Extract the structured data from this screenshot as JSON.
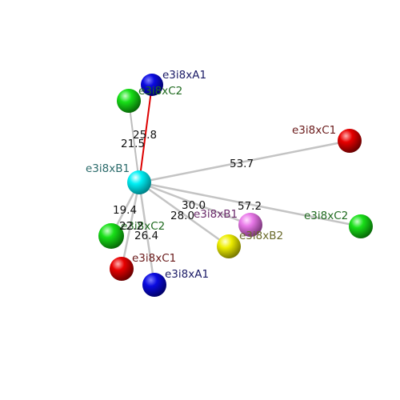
{
  "diagram": {
    "center": {
      "label": "e3i8xB1",
      "color": "#00e5ee"
    },
    "neighbors": [
      {
        "id": "e3i8xA1-top",
        "label": "e3i8xA1",
        "color": "#0a0ad8",
        "label_color": "#1a1a66"
      },
      {
        "id": "e3i8xC2-top",
        "label": "e3i8xC2",
        "color": "#14d414",
        "label_color": "#1f6a1f"
      },
      {
        "id": "e3i8xC1-right",
        "label": "e3i8xC1",
        "color": "#e00000",
        "label_color": "#6a1a1a"
      },
      {
        "id": "e3i8xC2-right",
        "label": "e3i8xC2",
        "color": "#14d414",
        "label_color": "#1f6a1f"
      },
      {
        "id": "e3i8xB1-mid",
        "label": "e3i8xB1",
        "color": "#e070e0",
        "label_color": "#6a2a6a"
      },
      {
        "id": "e3i8xB2",
        "label": "e3i8xB2",
        "color": "#e6e600",
        "label_color": "#6a6a2a"
      },
      {
        "id": "e3i8xC2-left",
        "label": "e3i8xC2",
        "color": "#14d414",
        "label_color": "#1f6a1f"
      },
      {
        "id": "e3i8xC1-bottom",
        "label": "e3i8xC1",
        "color": "#e00000",
        "label_color": "#6a1a1a"
      },
      {
        "id": "e3i8xA1-bottom",
        "label": "e3i8xA1",
        "color": "#0a0ad8",
        "label_color": "#1a1a66"
      }
    ],
    "distances": [
      "25.8",
      "21.5",
      "53.7",
      "30.0",
      "28.0",
      "57.2",
      "19.4",
      "22.2",
      "26.4"
    ],
    "highlight_color": "#dd0000"
  }
}
